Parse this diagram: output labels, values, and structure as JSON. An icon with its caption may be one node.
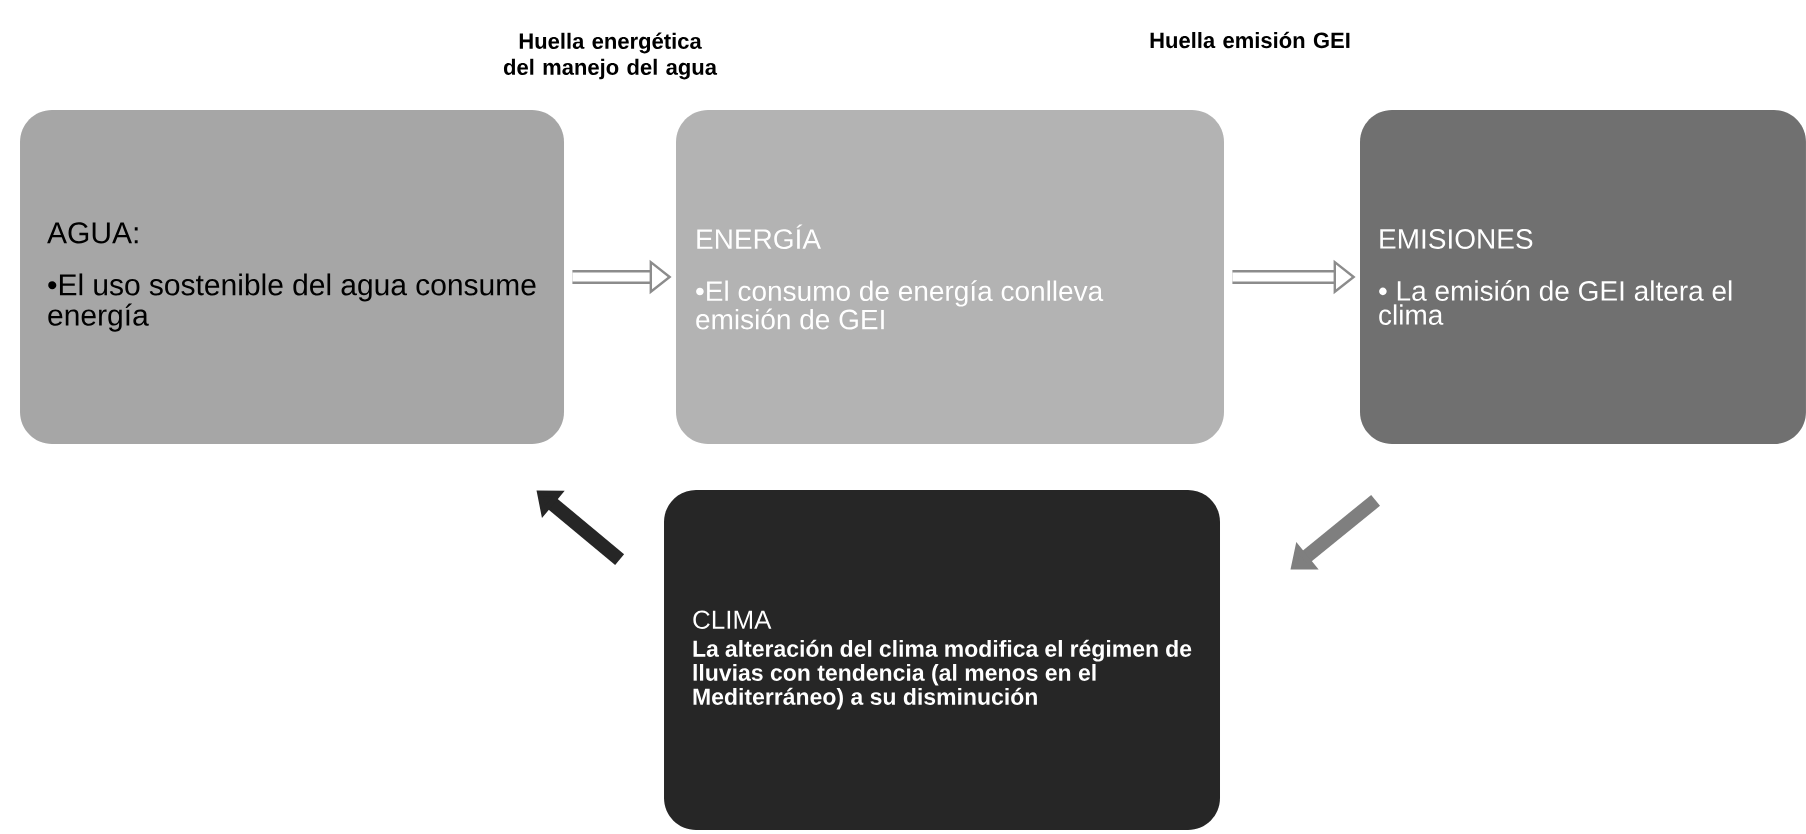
{
  "diagram": {
    "nodes": [
      {
        "text": [
          "AGUA:",
          "•El uso sostenible del agua consume energía"
        ]
      },
      {
        "text": [
          "ENERGÍA",
          "•El consumo de energía conlleva emisión de GEI"
        ]
      },
      {
        "text": [
          "EMISIONES",
          "• La emisión de GEI altera el clima"
        ]
      },
      {
        "text": [
          "CLIMA",
          "La alteración del clima modifica el régimen de lluvias con tendencia (al menos en el Mediterráneo) a su disminución"
        ]
      }
    ],
    "edges": [
      {
        "from": 0,
        "to": 1,
        "arrow": "to"
      },
      {
        "from": 1,
        "to": 2,
        "arrow": "to"
      },
      {
        "from": 2,
        "to": 3,
        "arrow": "to",
        "color": "#7f7f7f"
      },
      {
        "from": 3,
        "to": 0,
        "arrow": "to",
        "color": "#262626"
      }
    ],
    "labels": [
      "Huella energética del manejo del agua",
      "Huella emisión GEI"
    ]
  }
}
